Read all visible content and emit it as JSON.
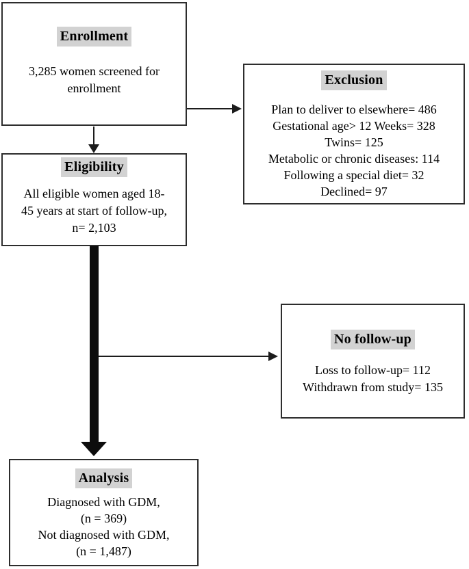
{
  "diagram": {
    "type": "flowchart",
    "boxes": {
      "enrollment": {
        "title": "Enrollment",
        "lines": [
          "3,285 women screened for",
          "enrollment"
        ]
      },
      "exclusion": {
        "title": "Exclusion",
        "lines": [
          "Plan to deliver to elsewhere= 486",
          "Gestational age> 12 Weeks= 328",
          "Twins= 125",
          "Metabolic or chronic diseases: 114",
          "Following a special diet= 32",
          "Declined= 97"
        ]
      },
      "eligibility": {
        "title": "Eligibility",
        "lines": [
          "All eligible women aged 18-",
          "45 years at start of follow-up,",
          "n= 2,103"
        ]
      },
      "no_followup": {
        "title": "No follow-up",
        "lines": [
          "Loss to follow-up= 112",
          "Withdrawn from study= 135"
        ]
      },
      "analysis": {
        "title": "Analysis",
        "lines": [
          "Diagnosed with GDM,",
          "(n = 369)",
          "Not diagnosed with GDM,",
          "(n = 1,487)"
        ]
      }
    },
    "colors": {
      "title_highlight": "#d2d2d2",
      "box_border": "#2d2d2d",
      "thin_arrow": "#1c1c1c",
      "thick_arrow": "#0d0d0d",
      "text": "#000000",
      "background": "#ffffff"
    }
  }
}
